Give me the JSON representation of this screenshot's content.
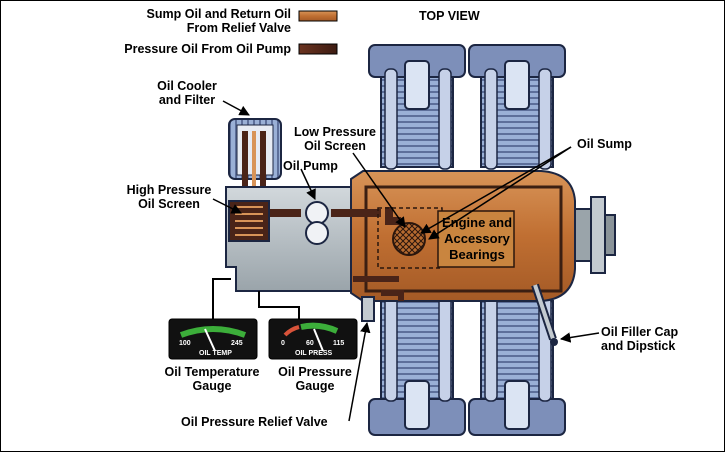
{
  "legend": {
    "sump_oil": "Sump Oil and Return Oil\nFrom Relief Valve",
    "pressure_oil": "Pressure Oil From Oil Pump"
  },
  "view_label": "TOP VIEW",
  "labels": {
    "oil_cooler": "Oil Cooler\nand Filter",
    "low_pressure_screen": "Low Pressure\nOil Screen",
    "oil_sump": "Oil Sump",
    "oil_pump": "Oil Pump",
    "high_pressure_screen": "High Pressure\nOil Screen",
    "engine_bearings": "Engine and\nAccessory\nBearings",
    "oil_filler_cap": "Oil Filler Cap\nand Dipstick",
    "oil_temp_gauge": "Oil Temperature\nGauge",
    "oil_pressure_gauge": "Oil Pressure\nGauge",
    "relief_valve": "Oil Pressure Relief Valve"
  },
  "gauges": {
    "temp": {
      "scale_min": "100",
      "scale_max": "245",
      "caption": "OIL TEMP"
    },
    "pressure": {
      "scale_min": "0",
      "scale_mid": "60",
      "scale_max": "115",
      "caption": "OIL PRESS"
    }
  },
  "colors": {
    "sump_oil": "#c87a3a",
    "pressure_oil": "#4a2418",
    "cylinder_fin": "#8fa6cf",
    "crankcase_gray": "#b9c2c7",
    "gauge_green": "#3cae3a"
  }
}
